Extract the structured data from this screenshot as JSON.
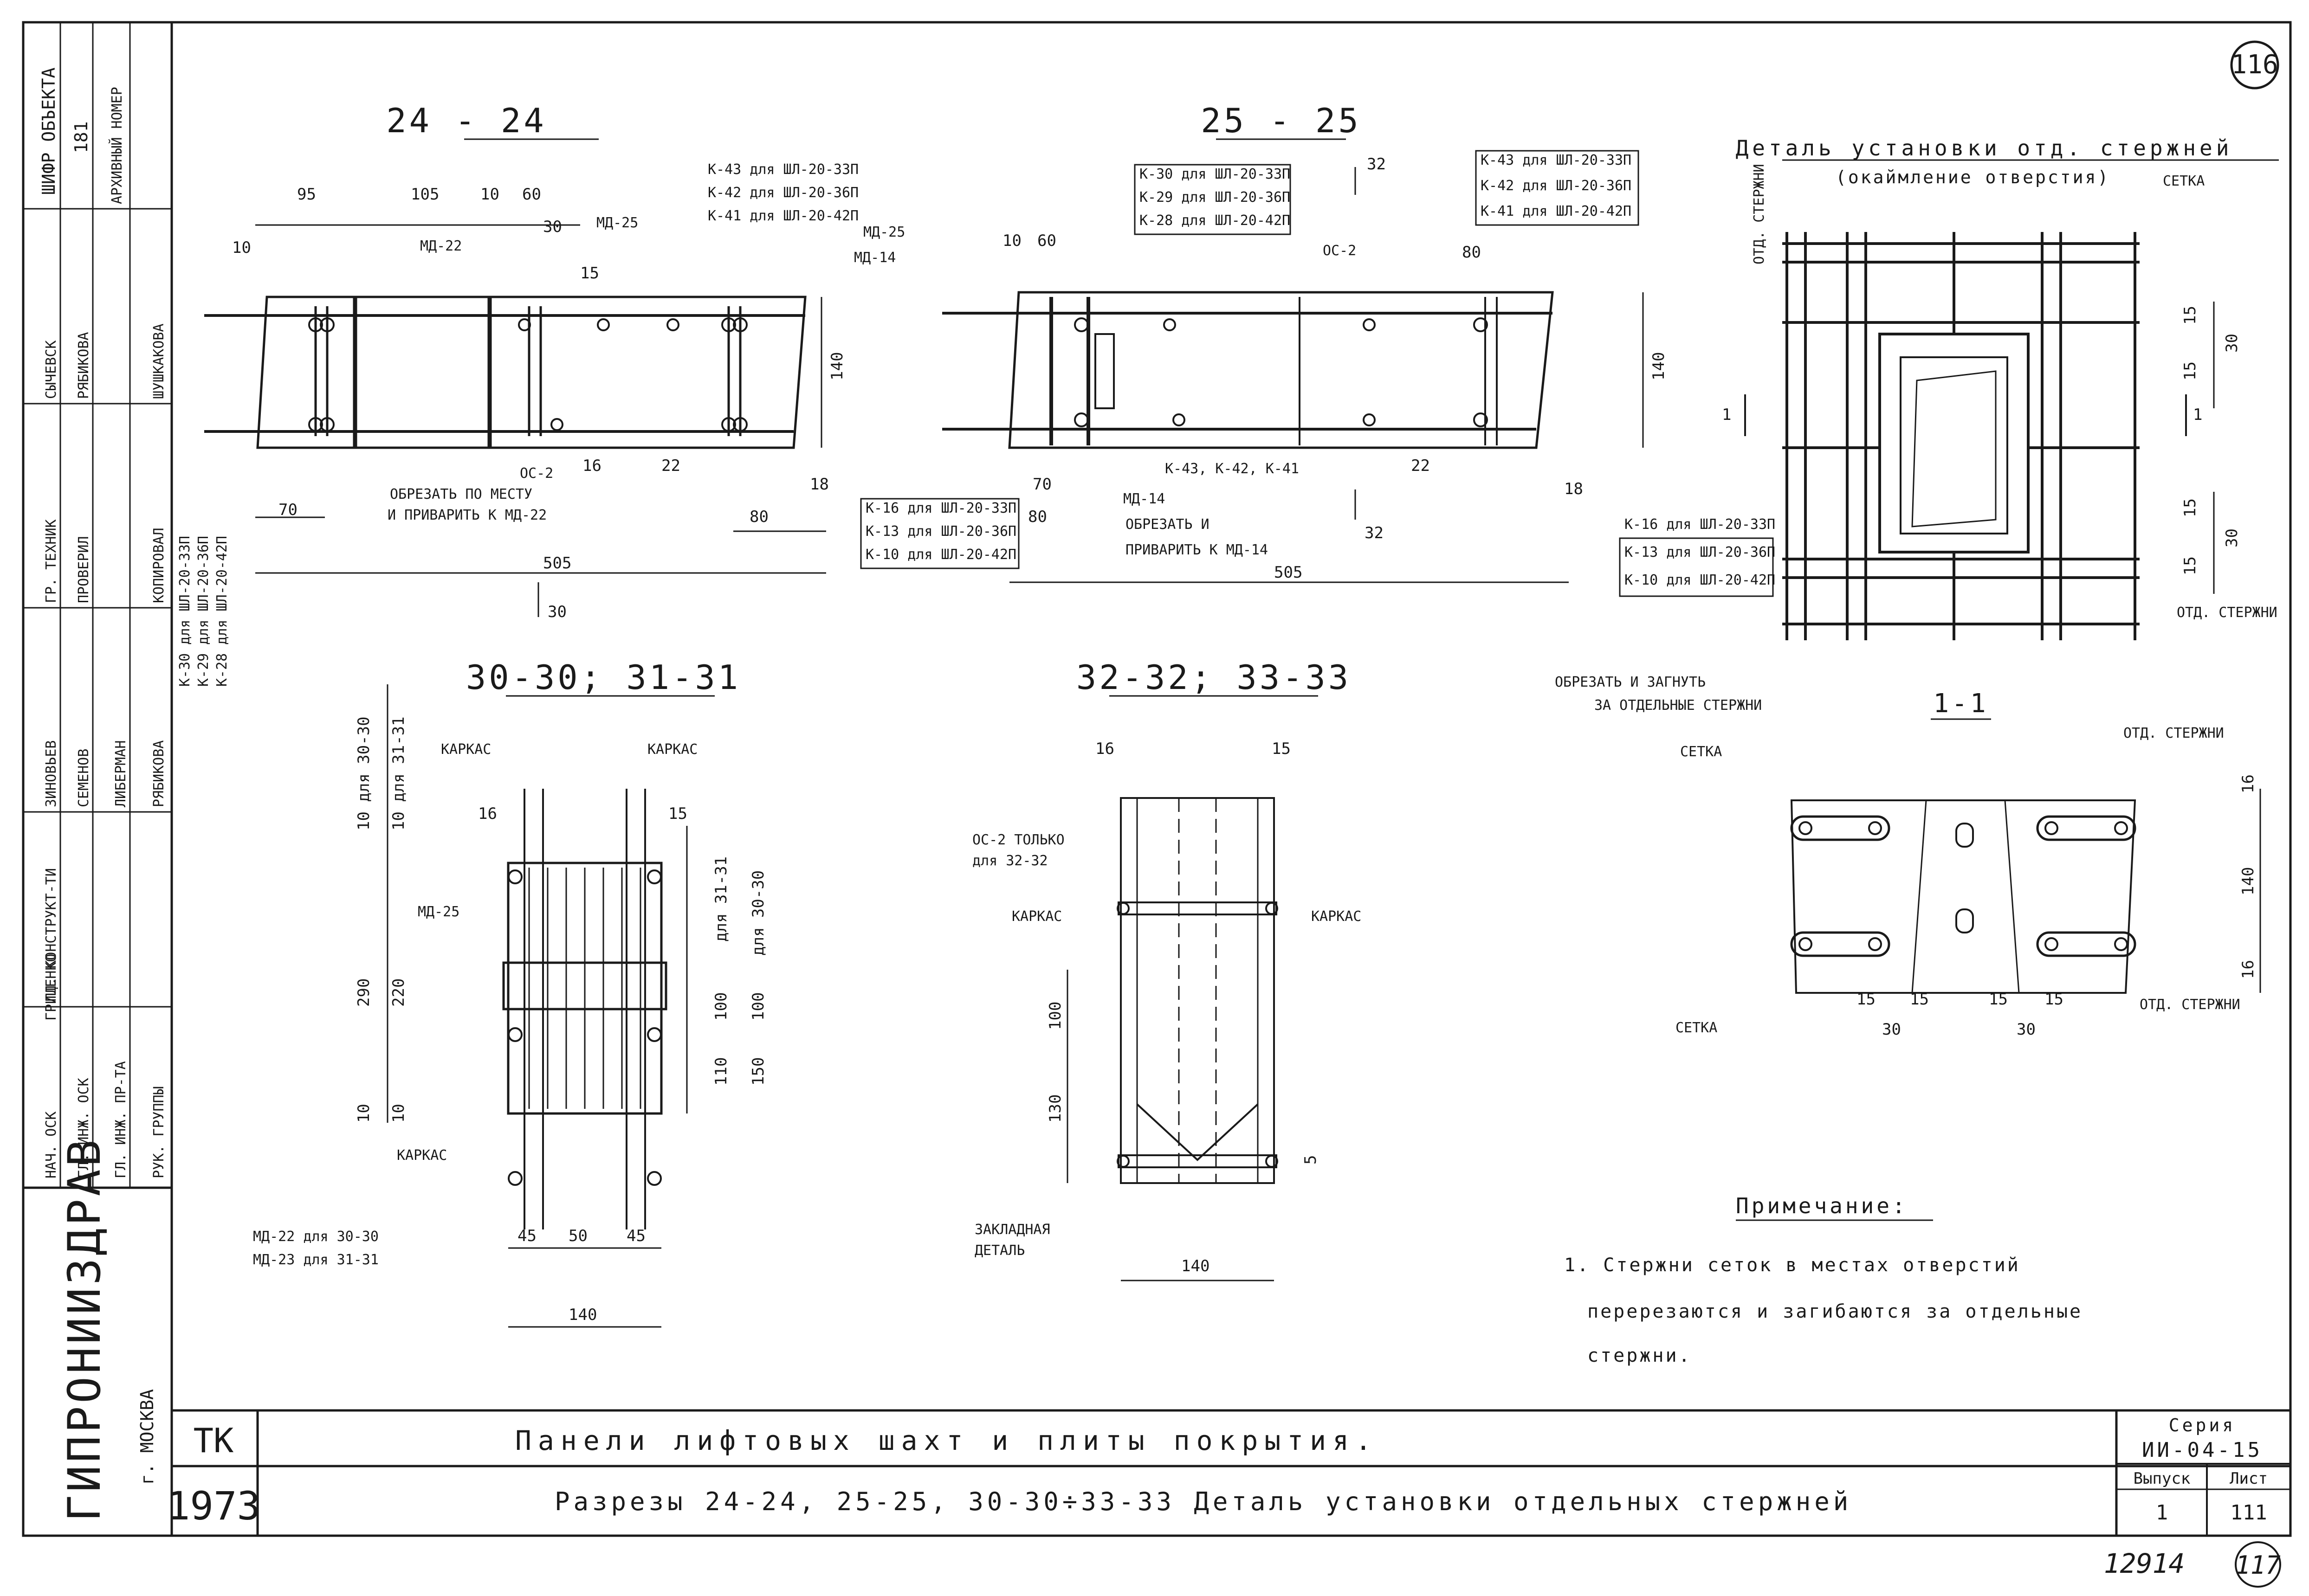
{
  "sheet": {
    "page_circle": "116",
    "stamp_number": "12914",
    "stamp_circle": "117"
  },
  "title_block": {
    "code": "ТК",
    "year": "1973",
    "title_line1": "Панели лифтовых шахт и плиты покрытия.",
    "title_line2": "Разрезы 24-24, 25-25, 30-30÷33-33 Деталь установки отдельных стержней",
    "series_label": "Серия",
    "series_value": "ИИ-04-15",
    "issue_label": "Выпуск",
    "issue_value": "1",
    "sheet_label": "Лист",
    "sheet_value": "111"
  },
  "left_strip": {
    "org_name": "ГИПРОНИИЗДРАВ",
    "city": "г. МОСКВА",
    "cipher_label": "ШИФР ОБЪЕКТА",
    "cipher_value": "181",
    "archive_label": "АРХИВНЫЙ НОМЕР",
    "roles": [
      "РУК. ГРУППЫ",
      "ГЛ. ИНЖ. ПР-ТА",
      "ГЛ. ИНЖ. ОСК",
      "НАЧ. ОСК",
      "ГЛ. КОНСТРУКТ-ТИ",
      "ГР. ТЕХНИК",
      "ПРОВЕРИЛ",
      "КОПИРОВАЛ"
    ],
    "names": [
      "РЯБИКОВА",
      "ЛИБЕРМАН",
      "СЕМЕНОВ",
      "ЗИНОВЬЕВ",
      "ГРИЦЕНКО",
      "РЯБИКОВА",
      "ШУШКАКОВА",
      "СЫЧЕВСК"
    ]
  },
  "section_24": {
    "title": "24 - 24",
    "dims": [
      "95",
      "105",
      "10",
      "60",
      "10",
      "30",
      "15",
      "140",
      "16",
      "22",
      "18",
      "70",
      "80",
      "505",
      "30"
    ],
    "labels": [
      "МД-22",
      "МД-25",
      "ОС-2",
      "ОБРЕЗАТЬ ПО МЕСТУ",
      "И ПРИВАРИТЬ К МД-22"
    ],
    "k_upper": [
      "К-43 для ШЛ-20-33П",
      "К-42 для ШЛ-20-36П",
      "К-41 для ШЛ-20-42П"
    ],
    "k_lower": [
      "К-16 для ШЛ-20-33П",
      "К-13 для ШЛ-20-36П",
      "К-10 для ШЛ-20-42П"
    ],
    "k_left": [
      "К-30 для ШЛ-20-33П",
      "К-29 для ШЛ-20-36П",
      "К-28 для ШЛ-20-42П"
    ]
  },
  "section_25": {
    "title": "25 - 25",
    "dims": [
      "10",
      "60",
      "32",
      "80",
      "140",
      "22",
      "18",
      "70",
      "80",
      "505",
      "32"
    ],
    "labels": [
      "МД-25",
      "МД-14",
      "ОС-2",
      "МД-14",
      "К-43, К-42, К-41",
      "ОБРЕЗАТЬ И",
      "ПРИВАРИТЬ К МД-14"
    ],
    "k_upper_left": [
      "К-30 для ШЛ-20-33П",
      "К-29 для ШЛ-20-36П",
      "К-28 для ШЛ-20-42П"
    ],
    "k_upper_right": [
      "К-43 для ШЛ-20-33П",
      "К-42 для ШЛ-20-36П",
      "К-41 для ШЛ-20-42П"
    ],
    "k_lower": [
      "К-16 для ШЛ-20-33П",
      "К-13 для ШЛ-20-36П",
      "К-10 для ШЛ-20-42П"
    ]
  },
  "section_30": {
    "title": "30-30; 31-31",
    "dims": [
      "10 для 30-30",
      "10 для 31-31",
      "16",
      "15",
      "290",
      "220",
      "10",
      "10",
      "для 31-31",
      "для 30-30",
      "100",
      "100",
      "110",
      "150",
      "45",
      "50",
      "45",
      "140"
    ],
    "labels": [
      "КАРКАС",
      "КАРКАС",
      "МД-25",
      "КАРКАС",
      "МД-22 для 30-30",
      "МД-23 для 31-31"
    ]
  },
  "section_32": {
    "title": "32-32; 33-33",
    "dims": [
      "16",
      "15",
      "100",
      "130",
      "5",
      "140"
    ],
    "labels": [
      "ОС-2 ТОЛЬКО",
      "для 32-32",
      "КАРКАС",
      "КАРКАС",
      "ЗАКЛАДНАЯ",
      "ДЕТАЛЬ"
    ]
  },
  "detail": {
    "title": "Деталь установки отд. стержней",
    "subtitle": "(окаймление отверстия)",
    "labels": [
      "СЕТКА",
      "ОТД. СТЕРЖНИ",
      "ОТД. СТЕРЖНИ",
      "ОБРЕЗАТЬ И ЗАГНУТЬ",
      "ЗА ОТДЕЛЬНЫЕ СТЕРЖНИ",
      "1",
      "1"
    ],
    "dims": [
      "15",
      "30",
      "15",
      "15",
      "30",
      "15"
    ]
  },
  "section_1": {
    "title": "1-1",
    "labels": [
      "СЕТКА",
      "ОТД. СТЕРЖНИ",
      "СЕТКА",
      "ОТД. СТЕРЖНИ"
    ],
    "dims": [
      "16",
      "140",
      "16",
      "15",
      "15",
      "30",
      "15",
      "15",
      "30"
    ]
  },
  "note": {
    "heading": "Примечание:",
    "line1": "1. Стержни сеток в местах отверстий",
    "line2": "перерезаются и загибаются за отдельные",
    "line3": "стержни."
  }
}
